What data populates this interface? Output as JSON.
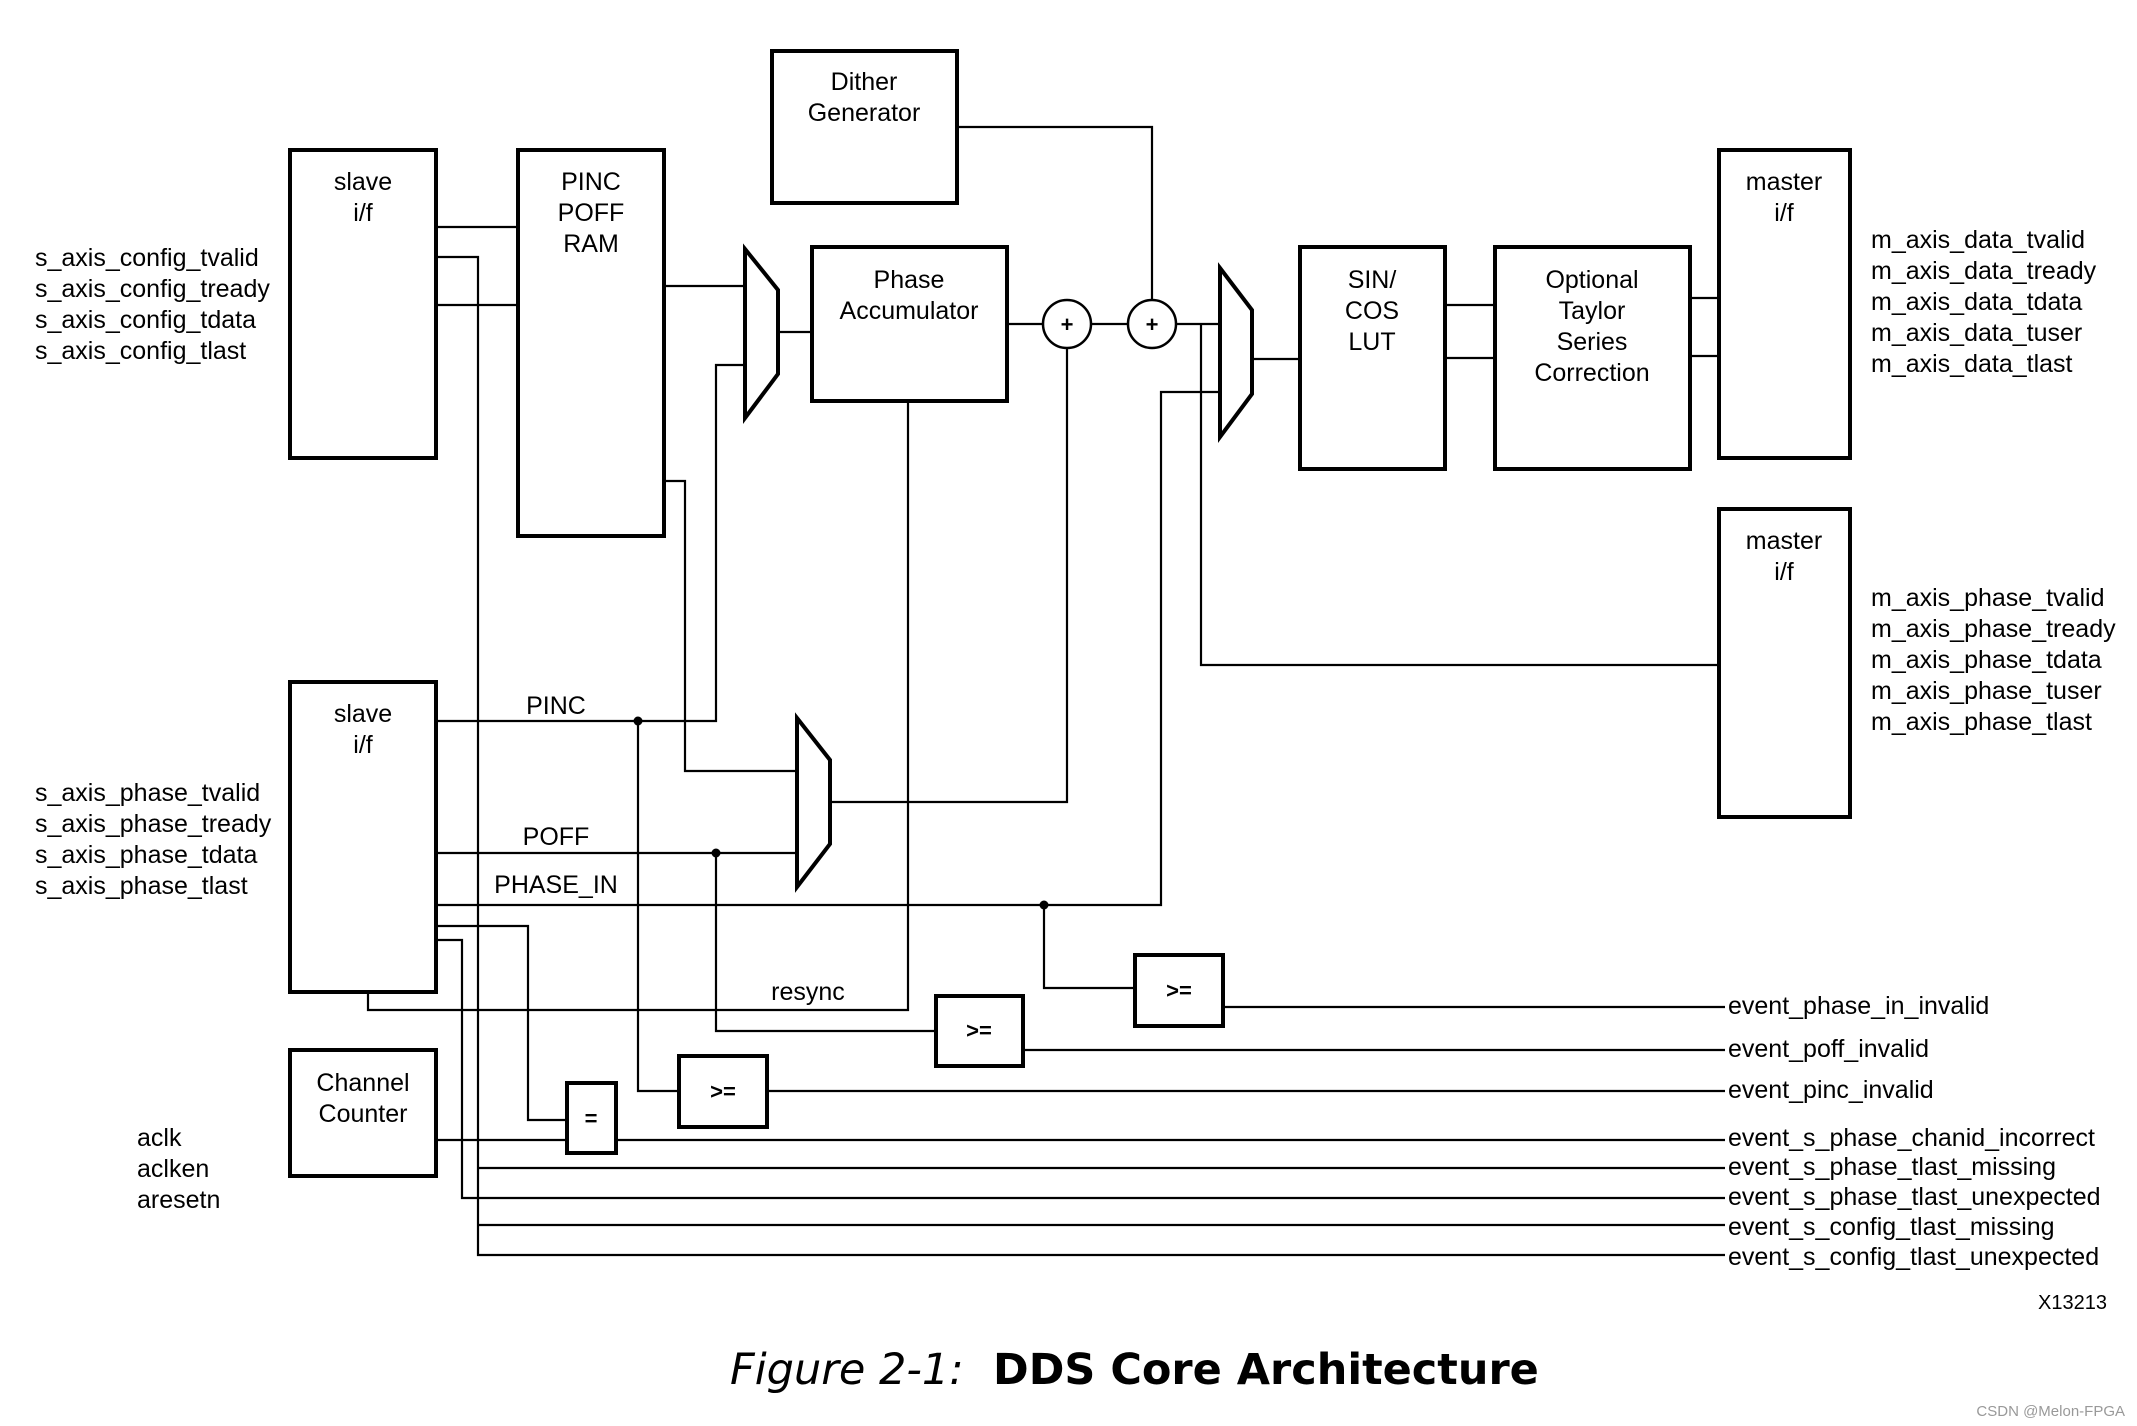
{
  "blocks": {
    "dither": [
      "Dither",
      "Generator"
    ],
    "slave_config": [
      "slave",
      "i/f"
    ],
    "pinc_poff_ram": [
      "PINC",
      "POFF",
      "RAM"
    ],
    "phase_acc": [
      "Phase",
      "Accumulator"
    ],
    "sincos_lut": [
      "SIN/",
      "COS",
      "LUT"
    ],
    "taylor": [
      "Optional",
      "Taylor",
      "Series",
      "Correction"
    ],
    "master_data": [
      "master",
      "i/f"
    ],
    "master_phase": [
      "master",
      "i/f"
    ],
    "slave_phase": [
      "slave",
      "i/f"
    ],
    "channel_counter": [
      "Channel",
      "Counter"
    ]
  },
  "operators": {
    "adder": "+",
    "ge": ">=",
    "eq": "="
  },
  "wire_labels": {
    "pinc": "PINC",
    "poff": "POFF",
    "phase_in": "PHASE_IN",
    "resync": "resync"
  },
  "config_signals": [
    "s_axis_config_tvalid",
    "s_axis_config_tready",
    "s_axis_config_tdata",
    "s_axis_config_tlast"
  ],
  "phase_signals": [
    "s_axis_phase_tvalid",
    "s_axis_phase_tready",
    "s_axis_phase_tdata",
    "s_axis_phase_tlast"
  ],
  "clock_signals": [
    "aclk",
    "aclken",
    "aresetn"
  ],
  "data_out_signals": [
    "m_axis_data_tvalid",
    "m_axis_data_tready",
    "m_axis_data_tdata",
    "m_axis_data_tuser",
    "m_axis_data_tlast"
  ],
  "phase_out_signals": [
    "m_axis_phase_tvalid",
    "m_axis_phase_tready",
    "m_axis_phase_tdata",
    "m_axis_phase_tuser",
    "m_axis_phase_tlast"
  ],
  "event_signals": [
    "event_phase_in_invalid",
    "event_poff_invalid",
    "event_pinc_invalid",
    "event_s_phase_chanid_incorrect",
    "event_s_phase_tlast_missing",
    "event_s_phase_tlast_unexpected",
    "event_s_config_tlast_missing",
    "event_s_config_tlast_unexpected"
  ],
  "figure_id": "X13213",
  "caption": {
    "number": "Figure 2-1:",
    "title": "DDS Core Architecture"
  },
  "watermark": "CSDN @Melon-FPGA"
}
